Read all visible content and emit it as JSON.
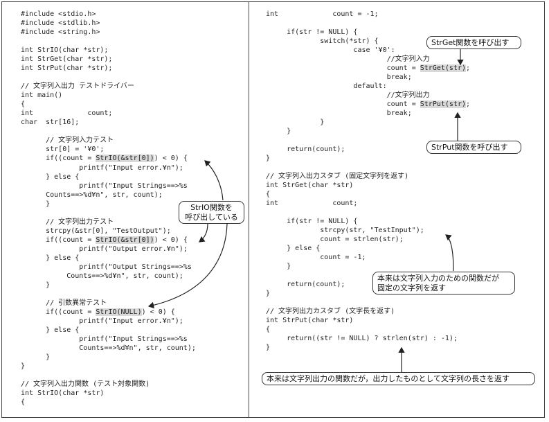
{
  "left_code": [
    "#include <stdio.h>",
    "#include <stdlib.h>",
    "#include <string.h>",
    "",
    "int StrIO(char *str);",
    "int StrGet(char *str);",
    "int StrPut(char *str);",
    "",
    "// 文字列入出力 テストドライバー",
    "int main()",
    "{",
    "int             count;",
    "char  str[16];",
    "",
    "      // 文字列入力テスト",
    "      str[0] = '¥0';",
    "      if((count = StrIO(&str[0])) < 0) {",
    "              printf(\"Input error.¥n\");",
    "      } else {",
    "              printf(\"Input Strings==>%s",
    "      Counts==>%d¥n\", str, count);",
    "      }",
    "",
    "      // 文字列出力テスト",
    "      strcpy(&str[0], \"TestOutput\");",
    "      if((count = StrIO(&str[0])) < 0) {",
    "              printf(\"Output error.¥n\");",
    "      } else {",
    "              printf(\"Output Strings==>%s",
    "           Counts==>%d¥n\", str, count);",
    "      }",
    "",
    "      // 引数異常テスト",
    "      if((count = StrIO(NULL)) < 0) {",
    "              printf(\"Input error.¥n\");",
    "      } else {",
    "              printf(\"Input Strings==>%s",
    "              Counts==>%d¥n\", str, count);",
    "      }",
    "}",
    "",
    "// 文字列入出力関数 (テスト対象関数)",
    "int StrIO(char *str)",
    "{"
  ],
  "right_code": [
    "int             count = -1;",
    "",
    "     if(str != NULL) {",
    "             switch(*str) {",
    "                     case '¥0':",
    "                             //文字列入力",
    "                             count = StrGet(str);",
    "                             break;",
    "                     default:",
    "                             //文字列出力",
    "                             count = StrPut(str);",
    "                             break;",
    "             }",
    "     }",
    "",
    "     return(count);",
    "}",
    "",
    "// 文字列入出力スタブ (固定文字列を返す)",
    "int StrGet(char *str)",
    "{",
    "int             count;",
    "",
    "     if(str != NULL) {",
    "             strcpy(str, \"TestInput\");",
    "             count = strlen(str);",
    "     } else {",
    "             count = -1;",
    "     }",
    "",
    "     return(count);",
    "}",
    "",
    "// 文字列出力カスタブ (文字長を返す)",
    "int StrPut(char *str)",
    "{",
    "     return((str != NULL) ? strlen(str) : -1);",
    "}"
  ],
  "highlights": {
    "strio_call_1": "StrIO(&str[0])",
    "strio_call_2": "StrIO(&str[0])",
    "strio_call_3": "StrIO(NULL)",
    "strget_call": "StrGet(str)",
    "strput_call": "StrPut(str)"
  },
  "callouts": {
    "strio_calling": "StrIO関数を\n呼び出している",
    "strget_call": "StrGet関数を呼び出す",
    "strput_call": "StrPut関数を呼び出す",
    "strget_note": "本来は文字列入力のための関数だが\n固定の文字列を返す",
    "strput_note": "本来は文字列出力の関数だが，出力したものとして文字列の長さを返す"
  }
}
